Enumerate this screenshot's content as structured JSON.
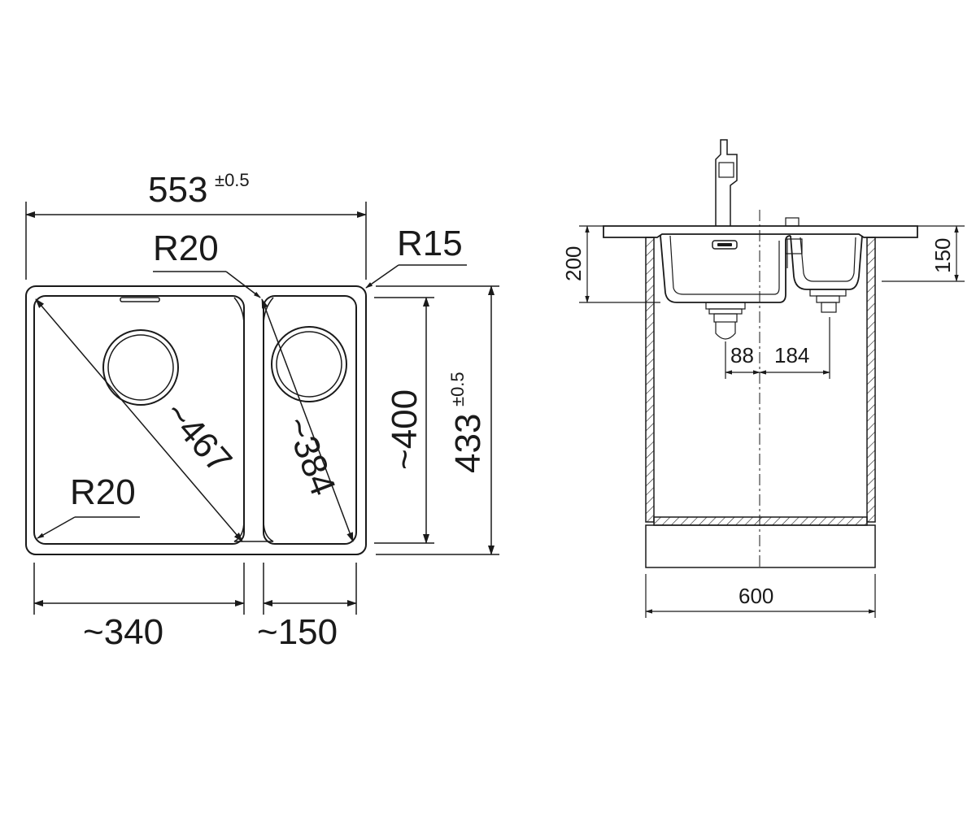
{
  "colors": {
    "ink": "#1a1a1a",
    "background": "#ffffff"
  },
  "top_view": {
    "overall_width": {
      "value": "553",
      "tolerance": "±0.5"
    },
    "overall_depth": {
      "value": "433",
      "tolerance": "±0.5"
    },
    "inner_depth": "~400",
    "main_bowl_width": "~340",
    "small_bowl_width": "~150",
    "main_bowl_diagonal": "~467",
    "small_bowl_diagonal": "~384",
    "outer_corner_radius": "R15",
    "inner_corner_radius_top": "R20",
    "inner_corner_radius_bottom": "R20"
  },
  "side_view": {
    "cabinet_width": "600",
    "main_bowl_depth": "200",
    "small_bowl_depth": "150",
    "drain_offset_left": "88",
    "drain_offset_right": "184"
  }
}
